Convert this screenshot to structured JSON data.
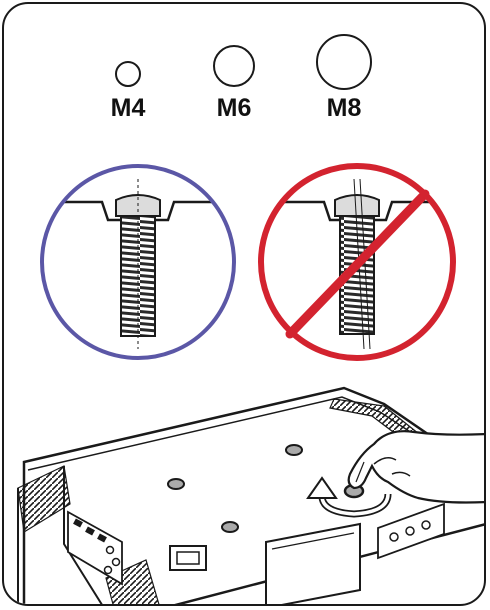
{
  "screw_sizes": [
    {
      "label": "M4"
    },
    {
      "label": "M6"
    },
    {
      "label": "M8"
    }
  ],
  "panels": {
    "correct": {
      "ring_color": "#5b57a6"
    },
    "incorrect": {
      "ring_color": "#d3232f"
    }
  },
  "colors": {
    "line": "#1a1a1a",
    "screw_head": "#dcdcdc",
    "thread": "#2a2a2a"
  }
}
